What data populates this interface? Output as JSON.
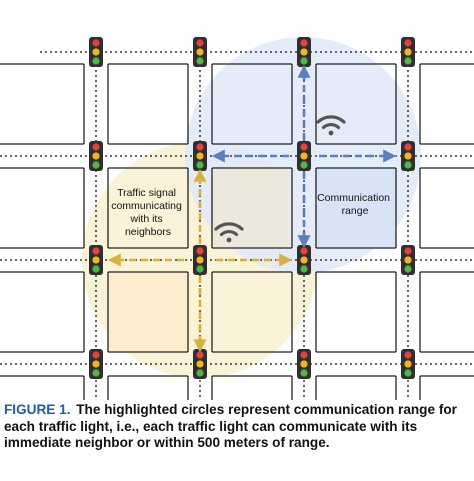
{
  "diagram": {
    "label_left_lines": [
      "Traffic signal",
      "communicating",
      "with its",
      "neighbors"
    ],
    "label_right_lines": [
      "Communication",
      "range"
    ],
    "icons": [
      "traffic-light-icon",
      "wifi-icon"
    ],
    "colors": {
      "left_circle": "#fbf3d7",
      "right_circle": "#e3eaf8",
      "overlap_square": "#ede8dc",
      "right_highlight_square": "#d9e3f6",
      "left_highlight_square": "#faeccd",
      "blue_arrow": "#5b7fbf",
      "yellow_arrow": "#d9b13e",
      "block_stroke": "#222222",
      "traffic_light_body": "#2f2f2f"
    }
  },
  "caption": {
    "label": "FIGURE 1.",
    "text": "The highlighted circles represent communication range for each traffic light, i.e., each traffic light can communicate with its immediate neighbor or within 500 meters of range."
  }
}
